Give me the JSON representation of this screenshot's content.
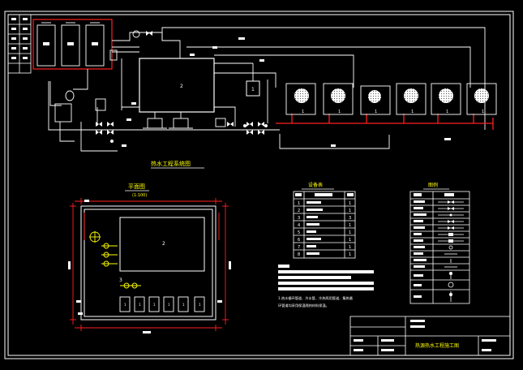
{
  "drawing": {
    "colors": {
      "background": "#000000",
      "linework": "#ffffff",
      "pipe_hot": "#ff2020",
      "pipe_dim": "#e0e0e0",
      "accent": "#ffff00"
    },
    "schematic": {
      "main_tank_label": "2",
      "aux_tank_label": "1",
      "collector_label": "1",
      "title": "热水工程系统图"
    },
    "plan": {
      "title": "平面图",
      "scale": "(1:100)",
      "tank_label": "2",
      "unit_label": "1",
      "valve_label": "3"
    },
    "equipment_table": {
      "title": "设备表",
      "rows": [
        {
          "no": "1",
          "qty": "1"
        },
        {
          "no": "2",
          "qty": "1"
        },
        {
          "no": "3",
          "qty": "3"
        },
        {
          "no": "4",
          "qty": "1"
        },
        {
          "no": "5",
          "qty": "1"
        },
        {
          "no": "6",
          "qty": "1"
        },
        {
          "no": "7",
          "qty": "1"
        },
        {
          "no": "8",
          "qty": "1"
        }
      ]
    },
    "legend": {
      "title": "图例"
    },
    "notes": {
      "line1": "1.热水循环管道、冷水管、冷热两用管道、集热循",
      "line2": "  环管道均采用保温隔热材料保温。"
    },
    "title_block": {
      "project_title": "热源热水工程施工图"
    }
  }
}
